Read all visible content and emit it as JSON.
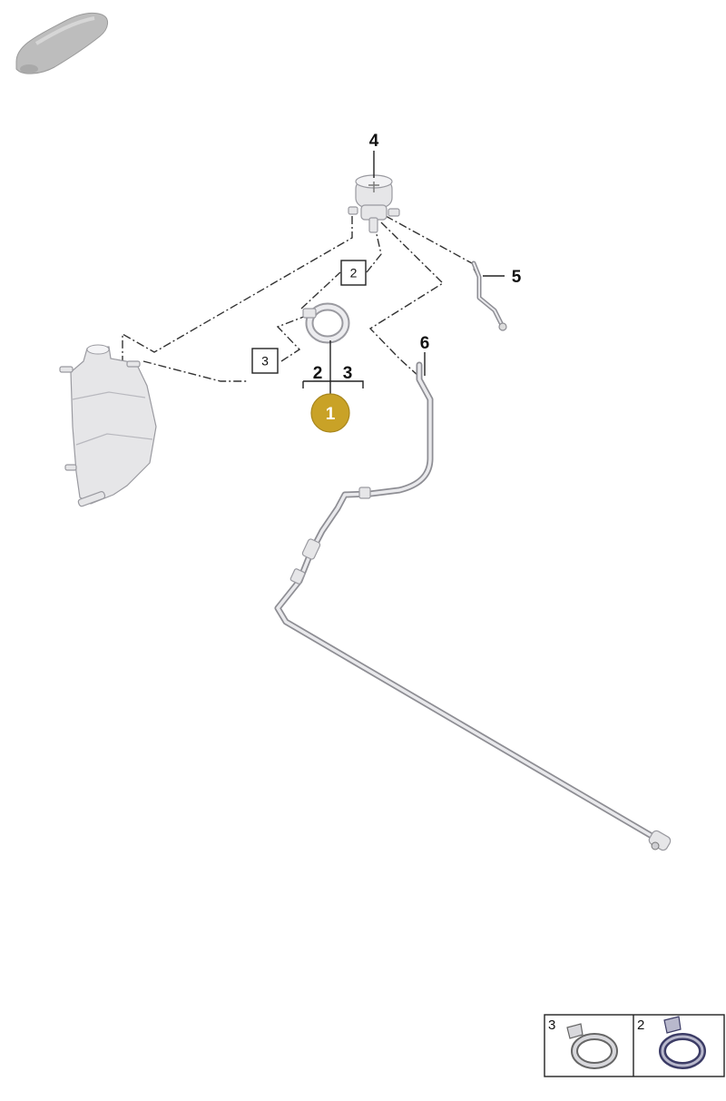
{
  "labels": {
    "part_4": "4",
    "part_5": "5",
    "part_6": "6",
    "box_2": "2",
    "box_3": "3",
    "group_2": "2",
    "group_3": "3",
    "badge_1": "1"
  },
  "legend": {
    "cells": [
      {
        "number": "3",
        "icon": "hose-clamp-icon"
      },
      {
        "number": "2",
        "icon": "hose-clamp-icon"
      }
    ]
  },
  "colors": {
    "badge": "#c9a227",
    "line": "#333333"
  }
}
